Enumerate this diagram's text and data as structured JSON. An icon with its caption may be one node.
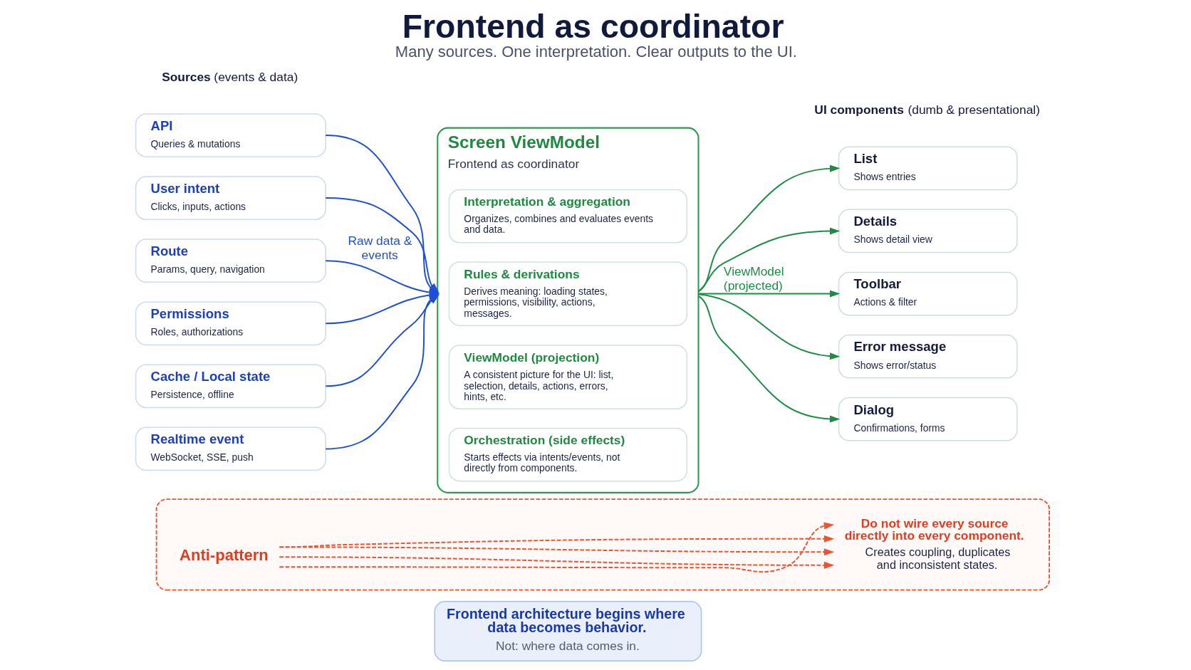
{
  "diagram": {
    "title": "Frontend as coordinator",
    "caption": "Many sources. One interpretation. Clear outputs to the UI.",
    "nodes": [
      {
        "text": [
          "API",
          "Queries & mutations"
        ]
      },
      {
        "text": [
          "User intent",
          "Clicks, inputs, actions"
        ]
      },
      {
        "text": [
          "Route",
          "Params, query, navigation"
        ]
      },
      {
        "text": [
          "Permissions",
          "Roles, authorizations"
        ]
      },
      {
        "text": [
          "Cache / Local state",
          "Persistence, offline"
        ]
      },
      {
        "text": [
          "Realtime event",
          "WebSocket, SSE, push"
        ]
      },
      {
        "text": [
          "Screen ViewModel",
          "Frontend as coordinator"
        ]
      },
      {
        "text": [
          "Interpretation & aggregation",
          "Organizes, combines and evaluates events and data."
        ],
        "in": 6
      },
      {
        "text": [
          "Rules & derivations",
          "Derives meaning: loading states, permissions, visibility, actions, messages."
        ],
        "in": 6
      },
      {
        "text": [
          "ViewModel (projection)",
          "A consistent picture for the UI: list, selection, details, actions, errors, hints, etc."
        ],
        "in": 6
      },
      {
        "text": [
          "Orchestration (side effects)",
          "Starts effects via intents/events, not directly from components."
        ],
        "in": 6
      },
      {
        "text": [
          "List",
          "Shows entries"
        ]
      },
      {
        "text": [
          "Details",
          "Shows detail view"
        ]
      },
      {
        "text": [
          "Toolbar",
          "Actions & filter"
        ]
      },
      {
        "text": [
          "Error message",
          "Shows error/status"
        ]
      },
      {
        "text": [
          "Dialog",
          "Confirmations, forms"
        ]
      },
      {
        "text": [],
        "shape": "box"
      },
      {
        "text": [
          "Anti-pattern"
        ],
        "in": 16
      },
      {
        "text": [
          "Do not wire every source directly into every component.",
          "Creates coupling, duplicates and inconsistent states."
        ],
        "in": 16
      },
      {
        "text": [
          "Frontend architecture begins where data becomes behavior.",
          "Not: where data comes in."
        ]
      }
    ],
    "edges": [
      {
        "from": 0,
        "to": 6,
        "arrow": "to"
      },
      {
        "from": 1,
        "to": 6,
        "arrow": "to"
      },
      {
        "from": 2,
        "to": 6,
        "arrow": "to",
        "label": "Raw data & events"
      },
      {
        "from": 3,
        "to": 6,
        "arrow": "to"
      },
      {
        "from": 4,
        "to": 6,
        "arrow": "to"
      },
      {
        "from": 5,
        "to": 6,
        "arrow": "to"
      },
      {
        "from": 6,
        "to": 11,
        "arrow": "to",
        "color": "#1e8c45"
      },
      {
        "from": 6,
        "to": 12,
        "arrow": "to",
        "color": "#1e8c45"
      },
      {
        "from": 6,
        "to": 13,
        "arrow": "to",
        "color": "#1e8c45",
        "label": "ViewModel (projected)"
      },
      {
        "from": 6,
        "to": 14,
        "arrow": "to",
        "color": "#1e8c45"
      },
      {
        "from": 6,
        "to": 15,
        "arrow": "to",
        "color": "#1e8c45"
      },
      {
        "from": 17,
        "to": 18,
        "arrow": "to",
        "style": "dashed",
        "color": "#f0512e"
      },
      {
        "from": 17,
        "to": 18,
        "arrow": "to",
        "style": "dashed",
        "color": "#f0512e"
      },
      {
        "from": 17,
        "to": 18,
        "arrow": "to",
        "style": "dashed",
        "color": "#f0512e"
      },
      {
        "from": 17,
        "to": 18,
        "arrow": "to",
        "style": "dashed",
        "color": "#f0512e"
      }
    ],
    "labels": [
      "**Sources** (events & data)",
      "**UI components** (dumb & presentational)"
    ]
  }
}
